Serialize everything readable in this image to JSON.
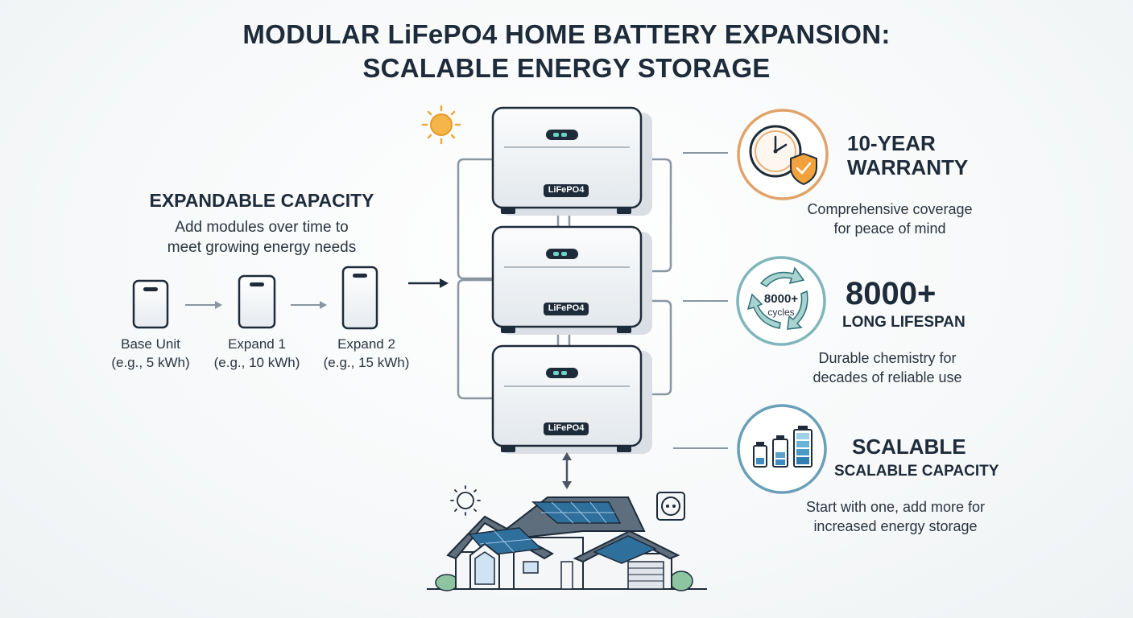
{
  "title": {
    "line1": "MODULAR LiFePO4 HOME BATTERY EXPANSION:",
    "line2": "SCALABLE ENERGY STORAGE"
  },
  "expandable": {
    "heading": "EXPANDABLE CAPACITY",
    "subtitle_line1": "Add modules over time to",
    "subtitle_line2": "meet growing energy needs",
    "units": [
      {
        "name": "Base Unit",
        "detail": "(e.g., 5 kWh)"
      },
      {
        "name": "Expand 1",
        "detail": "(e.g., 10 kWh)"
      },
      {
        "name": "Expand 2",
        "detail": "(e.g., 15 kWh)"
      }
    ]
  },
  "battery_stack": {
    "module_label": "LiFePO4",
    "modules": 3
  },
  "features": {
    "warranty": {
      "heading_line1": "10-YEAR",
      "heading_line2": "WARRANTY",
      "desc_line1": "Comprehensive coverage",
      "desc_line2": "for peace of mind",
      "icon": "clock-shield-icon"
    },
    "lifespan": {
      "big": "8000+",
      "sub": "LONG LIFESPAN",
      "badge_value": "8000+",
      "badge_label": "cycles",
      "desc_line1": "Durable chemistry for",
      "desc_line2": "decades of reliable use",
      "icon": "cycle-arrows-icon"
    },
    "scalable": {
      "heading": "SCALABLE",
      "sub": "SCALABLE CAPACITY",
      "desc_line1": "Start with one, add more for",
      "desc_line2": "increased energy storage",
      "icon": "battery-levels-icon"
    }
  },
  "colors": {
    "warranty_ring": "#e0a36a",
    "lifespan_ring": "#7fb6bb",
    "scalable_ring": "#6a9fb8",
    "dark": "#1e2b3a",
    "sun": "#f4b142"
  }
}
